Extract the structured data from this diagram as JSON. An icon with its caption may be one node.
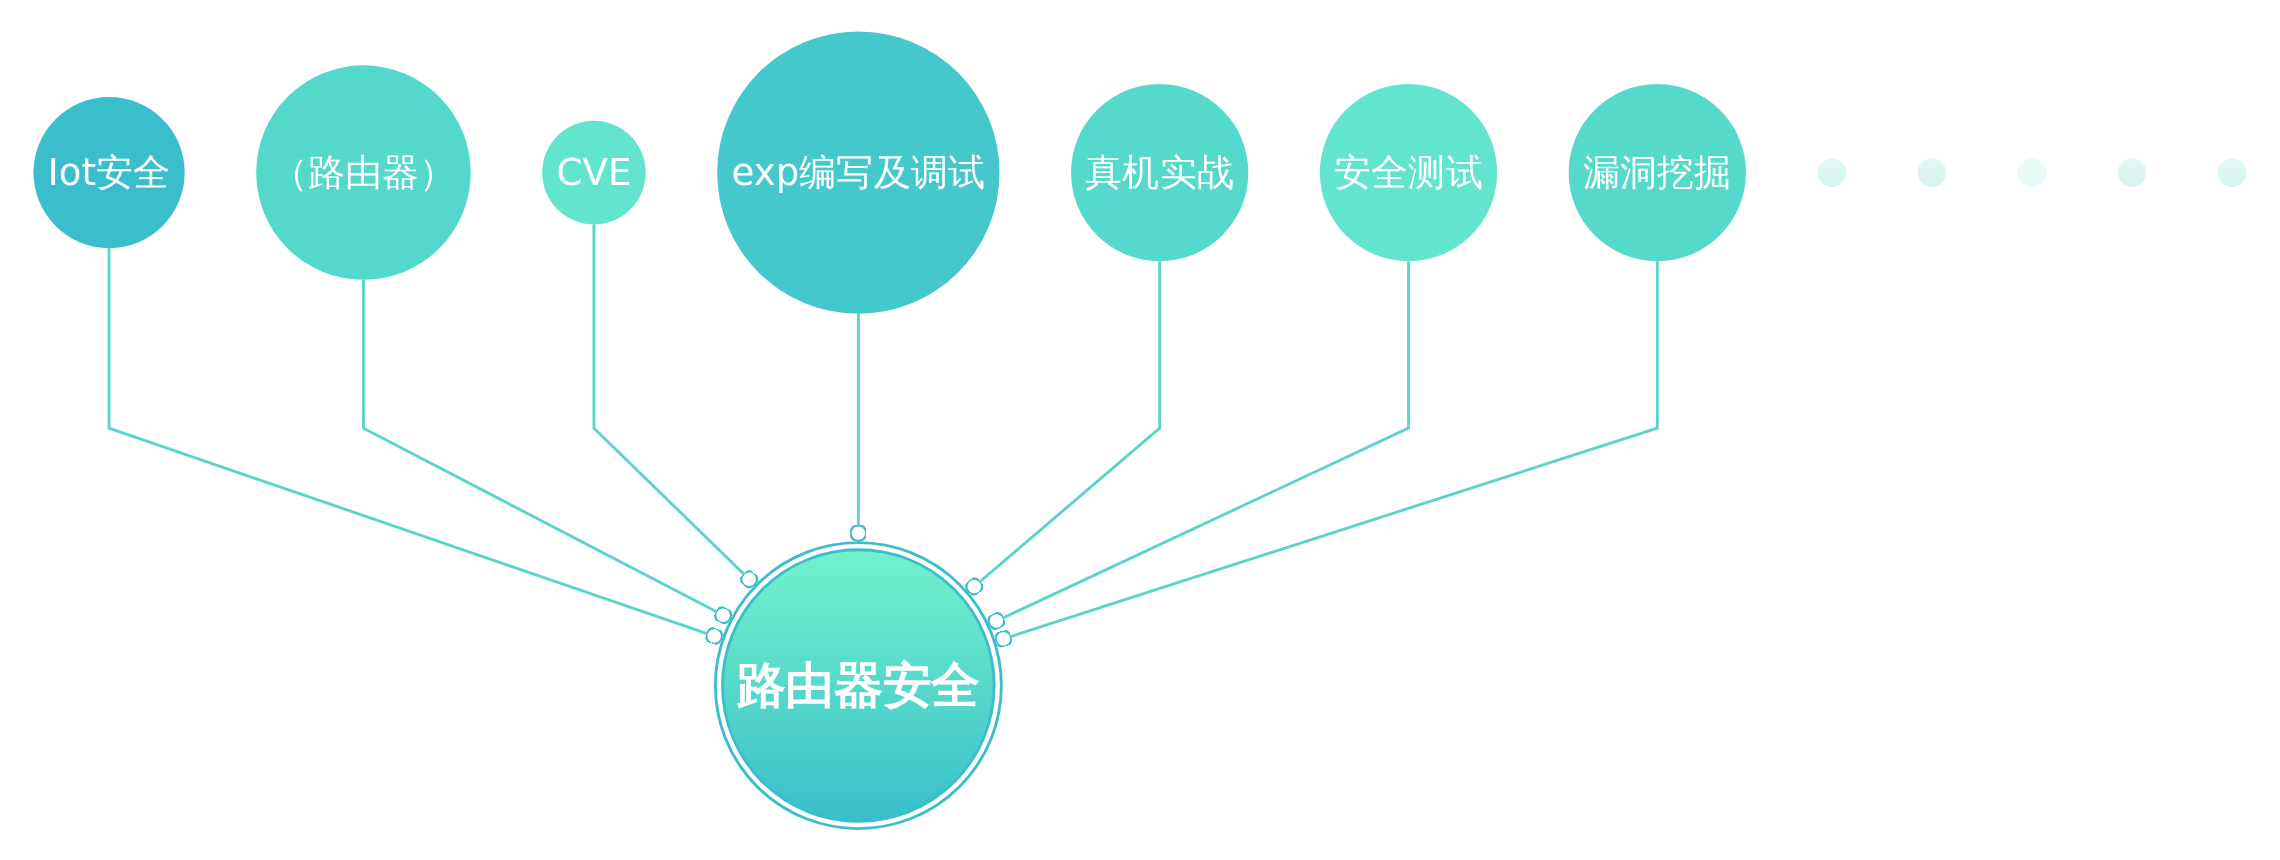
{
  "diagram": {
    "nodes": [
      {
        "text": [
          "路由器安全"
        ]
      },
      {
        "text": [
          "Iot安全"
        ]
      },
      {
        "text": [
          "（路由器）"
        ]
      },
      {
        "text": [
          "CVE"
        ]
      },
      {
        "text": [
          "exp编写及调试"
        ]
      },
      {
        "text": [
          "真机实战"
        ]
      },
      {
        "text": [
          "安全测试"
        ]
      },
      {
        "text": [
          "漏洞挖掘"
        ]
      },
      {
        "text": [],
        "shape": "circle"
      },
      {
        "text": [],
        "shape": "circle"
      },
      {
        "text": [],
        "shape": "circle"
      },
      {
        "text": [],
        "shape": "circle"
      },
      {
        "text": [],
        "shape": "circle"
      }
    ],
    "edges": [
      {
        "from": 1,
        "to": 0,
        "arrow": "other"
      },
      {
        "from": 2,
        "to": 0,
        "arrow": "other"
      },
      {
        "from": 3,
        "to": 0,
        "arrow": "other"
      },
      {
        "from": 4,
        "to": 0,
        "arrow": "other"
      },
      {
        "from": 5,
        "to": 0,
        "arrow": "other"
      },
      {
        "from": 6,
        "to": 0,
        "arrow": "other"
      },
      {
        "from": 7,
        "to": 0,
        "arrow": "other"
      }
    ]
  }
}
